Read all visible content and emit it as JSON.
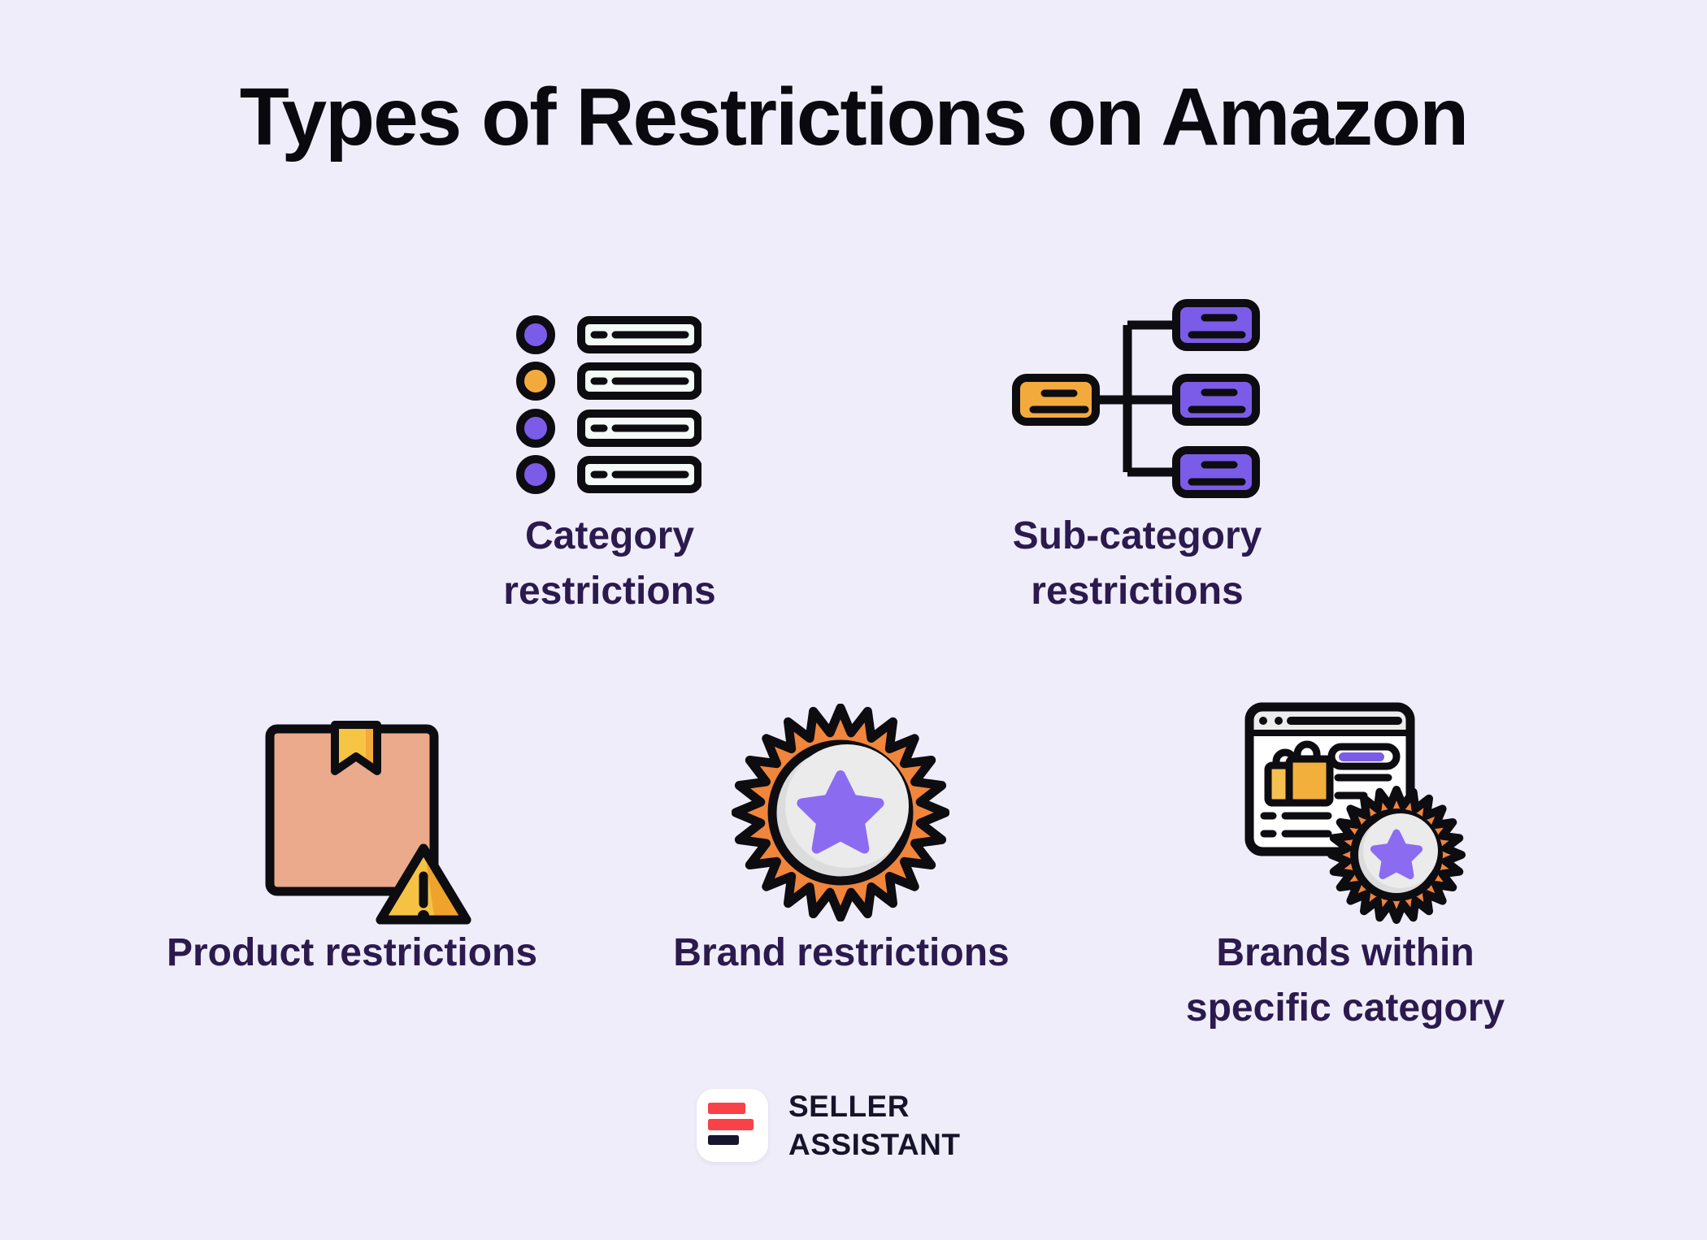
{
  "title": "Types of Restrictions on Amazon",
  "items": [
    {
      "label": "Category restrictions",
      "icon": "category-list-icon"
    },
    {
      "label": "Sub-category restrictions",
      "icon": "subcategory-tree-icon"
    },
    {
      "label": "Product restrictions",
      "icon": "product-box-warning-icon"
    },
    {
      "label": "Brand restrictions",
      "icon": "brand-badge-icon"
    },
    {
      "label": "Brands within specific category",
      "icon": "brands-category-browser-icon"
    }
  ],
  "footer": {
    "brand_line1": "SELLER",
    "brand_line2": "ASSISTANT"
  },
  "palette": {
    "background": "#f0edfa",
    "title_text": "#0a090f",
    "label_text": "#2b1a4e",
    "outline_black": "#0d0c10",
    "purple": "#7b5ce8",
    "purple_shade": "#6a48d8",
    "star_purple": "#8b6cf0",
    "orange": "#f3aa3d",
    "orange_shade": "#ec9425",
    "badge_orange": "#f0853b",
    "yellow": "#f5c243",
    "yellow_shade": "#efa22c",
    "salmon_box": "#eaaa8b",
    "list_bar_fill": "#f3faf7",
    "badge_circle": "#ebebeb",
    "badge_circle_shade": "#dcdcdc",
    "logo_red": "#f94148",
    "logo_dark": "#17162e",
    "white": "#ffffff"
  }
}
